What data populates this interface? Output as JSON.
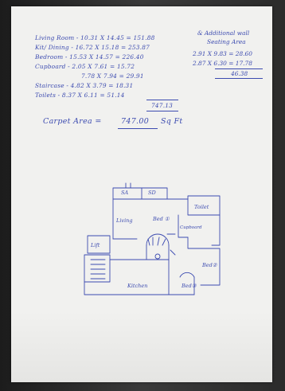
{
  "calculations": {
    "rows": [
      {
        "text": "Living Room - 10.31 X 14.45 = 151.88"
      },
      {
        "text": "Kit/ Dining - 16.72 X 15.18 = 253.87"
      },
      {
        "text": "Bedroom  - 15.53 X 14.57 = 226.40"
      },
      {
        "text": "Cupboard  - 2.05 X 7.61 = 15.72"
      },
      {
        "text": "7.78 X 7.94 = 29.91"
      },
      {
        "text": "Staircase  - 4.82 X 3.79 = 18.31"
      },
      {
        "text": "Toilets  - 8.37 X 6.11 = 51.14"
      }
    ],
    "total": "747.13"
  },
  "wall_note": {
    "title_line1": "& Additional wall",
    "title_line2": "Seating Area",
    "line1": "2.91 X 9.83 = 28.60",
    "line2": "2.87 X 6.30 = 17.78",
    "total": "46.38"
  },
  "carpet": {
    "label": "Carpet Area = ",
    "value": "747.00",
    "unit": "Sq Ft"
  },
  "plan": {
    "labels": {
      "sa": "SA",
      "sd": "SD",
      "toilet": "Toilet",
      "living": "Living",
      "bed1": "Bed ①",
      "cupboard": "Cupboard",
      "lift": "Lift",
      "bed2": "Bed②",
      "kitchen": "Kitchen",
      "bed3": "Bed③"
    }
  },
  "colors": {
    "ink": "#3c4bb0",
    "paper": "#f1f1ef"
  }
}
